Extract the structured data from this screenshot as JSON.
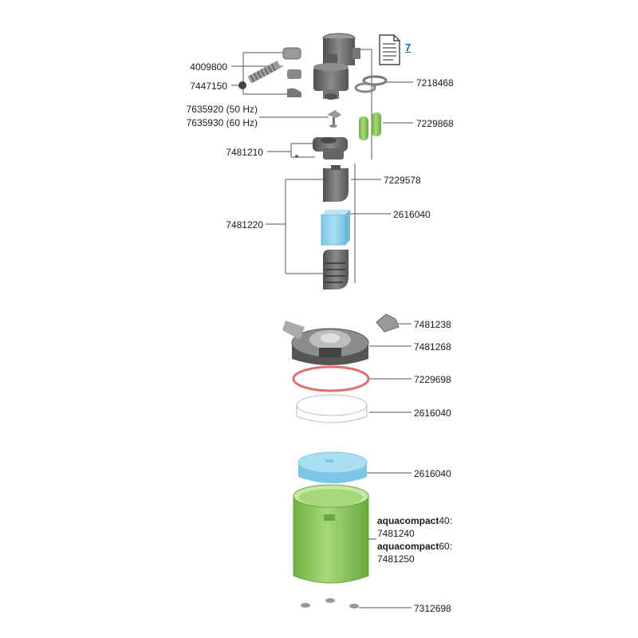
{
  "manual_ref": "7",
  "labels": {
    "p4009800": "4009800",
    "p7447150": "7447150",
    "p7218468": "7218468",
    "p7635920": "7635920 (50 Hz)",
    "p7635930": "7635930 (60 Hz)",
    "p7229868": "7229868",
    "p7481210": "7481210",
    "p7229578": "7229578",
    "p7481220": "7481220",
    "p2616040_a": "2616040",
    "p7481238": "7481238",
    "p7481268": "7481268",
    "p7229698": "7229698",
    "p2616040_b": "2616040",
    "p2616040_c": "2616040",
    "model40_bold": "aquacompact",
    "model40_suffix": "40:",
    "p7481240": "7481240",
    "model60_bold": "aquacompact",
    "model60_suffix": "60:",
    "p7481250": "7481250",
    "p7312698": "7312698"
  },
  "colors": {
    "leader": "#555555",
    "part_grey": "#6e6e6e",
    "part_light": "#b9b9b9",
    "sponge_blue": "#8fd0ec",
    "green": "#8cc85a",
    "seal_red": "#e07070"
  }
}
